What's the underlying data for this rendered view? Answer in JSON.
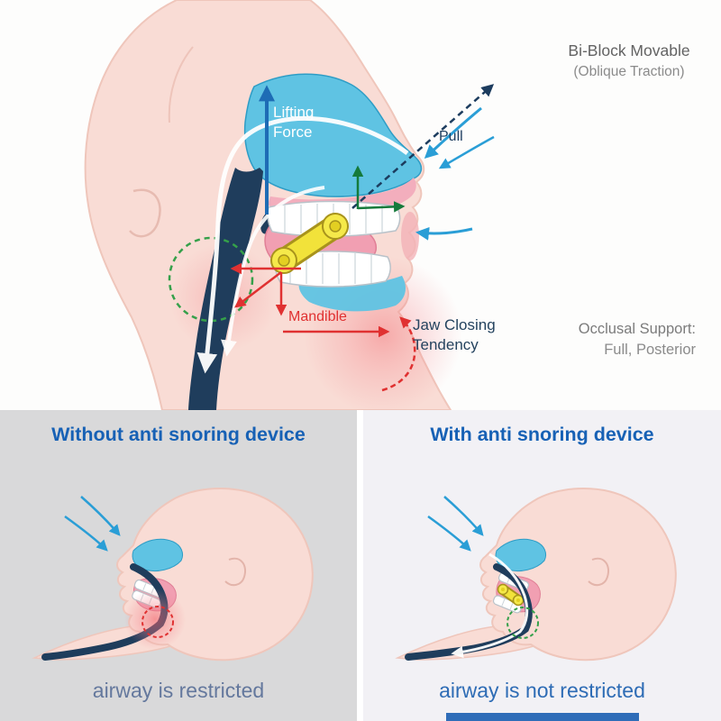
{
  "top": {
    "device_title": "Bi-Block Movable",
    "device_subtitle": "(Oblique Traction)",
    "labels": {
      "lifting_force": "Lifting Force",
      "pull": "Pull",
      "mandible": "Mandible",
      "jaw_closing_tendency": "Jaw Closing Tendency",
      "occlusal_support_label": "Occlusal Support:",
      "occlusal_support_value": "Full, Posterior"
    }
  },
  "panels": {
    "without": {
      "title": "Without anti snoring device",
      "caption": "airway is restricted"
    },
    "with": {
      "title": "With anti snoring device",
      "caption": "airway is not restricted"
    }
  },
  "colors": {
    "heading_blue": "#1761b5",
    "caption_muted": "#64789d",
    "caption_strong": "#2e6cb5",
    "label_red": "#e03131",
    "label_navy": "#24435f",
    "label_gray": "#6e6e6e",
    "airway_navy": "#1f3d5c",
    "nasal_blue": "#5fc3e3",
    "airflow_blue": "#2a9ed6",
    "device_yellow": "#f2e23a",
    "traction_green": "#157a3b",
    "focus_green": "#35a04a",
    "skin": "#f9dcd5",
    "panel_left_bg": "#d9d9da",
    "panel_right_bg": "#f2f1f5",
    "underline_blue": "#2f6db8"
  }
}
